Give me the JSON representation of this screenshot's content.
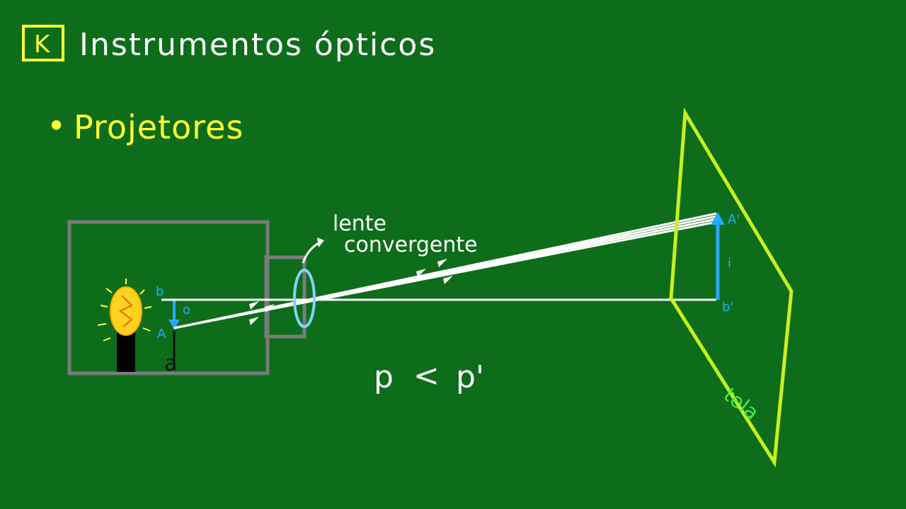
{
  "header": {
    "badge_letter": "K",
    "title": "Instrumentos ópticos"
  },
  "section": {
    "bullet": "•",
    "heading": "Projetores"
  },
  "lens": {
    "label_line1": "lente",
    "label_line2": "convergente"
  },
  "points": {
    "object_top": "b",
    "object_tip": "A",
    "object_o": "o",
    "image_top": "A'",
    "image_mid": "i",
    "image_base": "b'",
    "object_mark": "a"
  },
  "screen_label": "tela",
  "relation": {
    "left": "p",
    "sign": "<",
    "right": "p'"
  },
  "colors": {
    "board": "#0e6d1b",
    "chalk_white": "#ffffff",
    "chalk_yellow": "#ffff33",
    "screen_yellow_green": "#c8f020",
    "blue": "#27a9ff",
    "lens_blue": "#7fd3ff",
    "box_gray": "#7b7b7b",
    "bulb_yellow": "#ffd21e"
  }
}
